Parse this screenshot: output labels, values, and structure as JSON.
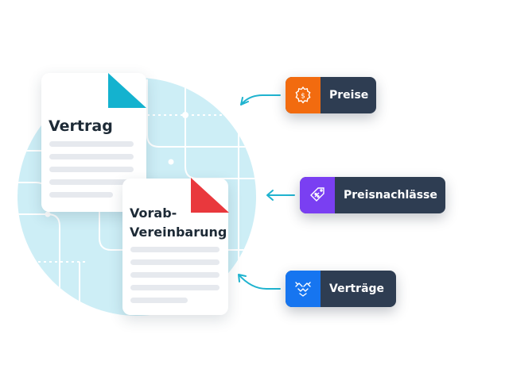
{
  "documents": [
    {
      "title": "Vertrag",
      "color": "#14b2cf"
    },
    {
      "title_lines": [
        "Vorab-",
        "Vereinbarung"
      ],
      "color": "#e9383d"
    }
  ],
  "tags": [
    {
      "label": "Preise",
      "icon": "gear-dollar-icon",
      "color": "#f26b0f"
    },
    {
      "label": "Preisnachlässe",
      "icon": "price-tag-percent-icon",
      "color": "#7a3ff2"
    },
    {
      "label": "Verträge",
      "icon": "handshake-icon",
      "color": "#1675f0"
    }
  ],
  "colors": {
    "circle": "#cdeef6",
    "arrow": "#1fb3cf",
    "tag_background": "#2e3d52"
  }
}
